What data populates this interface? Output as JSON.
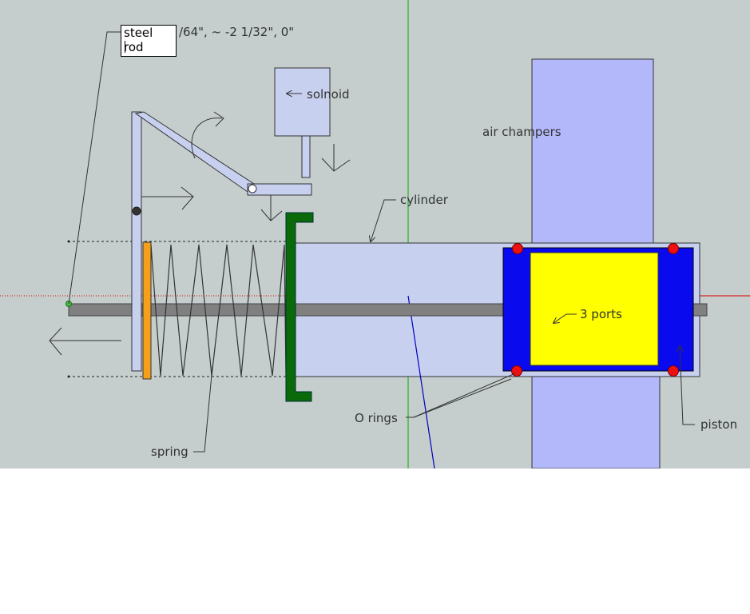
{
  "labels": {
    "steel_rod": "steel rod",
    "readout": "/64\", ~ -2 1/32\", 0\"",
    "solenoid": "solnoid",
    "air_chambers": "air champers",
    "cylinder": "cylinder",
    "three_ports": "3 ports",
    "o_rings": "O rings",
    "spring": "spring",
    "piston": "piston"
  },
  "colors": {
    "background": "#c5cdcd",
    "light_part": "#c8d0f0",
    "air_chamber": "#b3b8fb",
    "piston_body": "#0a0aee",
    "port_block": "#ffff00",
    "o_ring": "#ee1010",
    "latch_plate": "#f5a01a",
    "stop_bracket": "#0a6a0a",
    "rod": "#808080",
    "axis_green": "#00b000",
    "axis_red": "#e00000",
    "axis_blue": "#0000c0"
  }
}
